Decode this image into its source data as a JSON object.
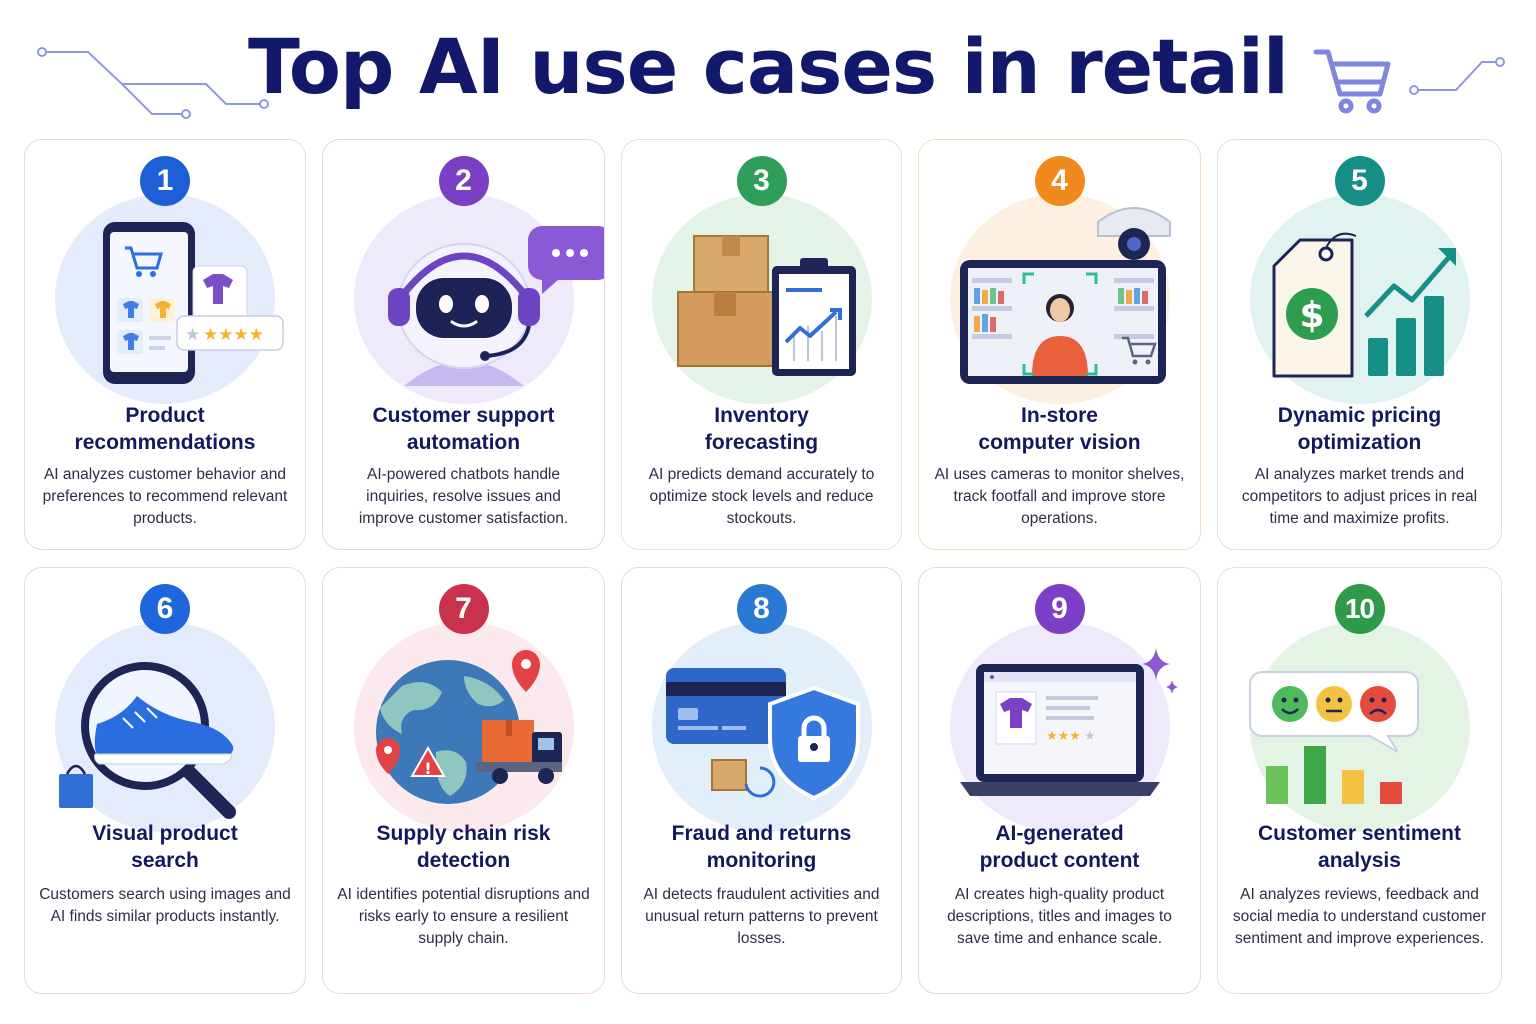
{
  "title": "Top AI use cases in retail",
  "cards": [
    {
      "number": "1",
      "title_line1": "Product",
      "title_line2": "recommendations",
      "description": "AI analyzes customer behavior and preferences to recommend relevant products.",
      "accent": "#1e5fd8",
      "halo": "#e4ebfb",
      "border": "#d3def3",
      "icon": "smartphone-recommendations-icon"
    },
    {
      "number": "2",
      "title_line1": "Customer support",
      "title_line2": "automation",
      "description": "AI-powered chatbots handle inquiries, resolve issues and improve customer satisfaction.",
      "accent": "#7b3fc4",
      "halo": "#eeeafb",
      "border": "#ddd6f2",
      "icon": "chatbot-icon"
    },
    {
      "number": "3",
      "title_line1": "Inventory",
      "title_line2": "forecasting",
      "description": "AI predicts demand accurately to optimize stock levels and reduce stockouts.",
      "accent": "#2f9e5b",
      "halo": "#e3f3e8",
      "border": "#d3ebdc",
      "icon": "inventory-boxes-icon"
    },
    {
      "number": "4",
      "title_line1": "In-store",
      "title_line2": "computer vision",
      "description": "AI uses cameras to monitor shelves, track footfall and improve store operations.",
      "accent": "#f08a1c",
      "halo": "#fdf0e1",
      "border": "#f6dcbc",
      "icon": "security-camera-icon"
    },
    {
      "number": "5",
      "title_line1": "Dynamic pricing",
      "title_line2": "optimization",
      "description": "AI analyzes market trends and competitors to adjust prices in real time and maximize profits.",
      "accent": "#168f86",
      "halo": "#e1f3f1",
      "border": "#cfe8e5",
      "icon": "price-tag-chart-icon"
    },
    {
      "number": "6",
      "title_line1": "Visual product",
      "title_line2": "search",
      "description": "Customers search using images and AI finds similar products instantly.",
      "accent": "#1e66dc",
      "halo": "#e4ebfb",
      "border": "#d3def3",
      "icon": "magnifier-shoe-icon"
    },
    {
      "number": "7",
      "title_line1": "Supply chain risk",
      "title_line2": "detection",
      "description": "AI identifies potential disruptions and risks early to ensure a resilient supply chain.",
      "accent": "#c8324b",
      "halo": "#fce9ee",
      "border": "#f3d5dc",
      "icon": "globe-truck-icon"
    },
    {
      "number": "8",
      "title_line1": "Fraud and returns",
      "title_line2": "monitoring",
      "description": "AI detects fraudulent activities and unusual return patterns to prevent losses.",
      "accent": "#2a7ad4",
      "halo": "#e3eefb",
      "border": "#d3def3",
      "icon": "card-shield-icon"
    },
    {
      "number": "9",
      "title_line1": "AI-generated",
      "title_line2": "product content",
      "description": "AI creates high-quality product descriptions, titles and images to save time and enhance scale.",
      "accent": "#7c3fc6",
      "halo": "#eeeafb",
      "border": "#ddd6f2",
      "icon": "laptop-product-icon"
    },
    {
      "number": "10",
      "title_line1": "Customer sentiment",
      "title_line2": "analysis",
      "description": "AI analyzes reviews, feedback and social media to understand customer sentiment and improve experiences.",
      "accent": "#2e9a4a",
      "halo": "#e3f3e4",
      "border": "#d3ebd6",
      "icon": "sentiment-faces-icon"
    }
  ]
}
